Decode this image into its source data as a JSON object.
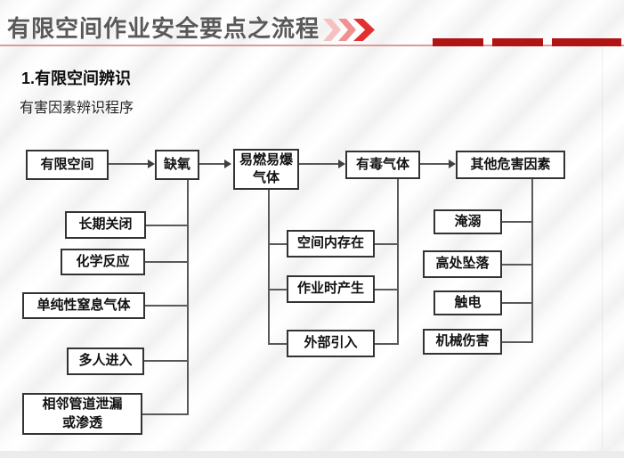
{
  "header": {
    "title": "有限空间作业安全要点之流程",
    "chevrons": {
      "icon": "triple-chevron-right-icon",
      "colors": [
        "#f6c0c0",
        "#ef9191",
        "#e23030"
      ]
    },
    "underline_color": "#dc9a9a",
    "dash_color": "#b01414"
  },
  "section": {
    "heading": "1.有限空间辨识",
    "subheading": "有害因素辨识程序"
  },
  "flowchart": {
    "top_row": [
      {
        "label": "有限空间"
      },
      {
        "label": "缺氧"
      },
      {
        "label": "易燃易爆\n气体"
      },
      {
        "label": "有毒气体"
      },
      {
        "label": "其他危害因素"
      }
    ],
    "branches": {
      "oxygen": [
        "长期关闭",
        "化学反应",
        "单纯性窒息气体",
        "多人进入",
        "相邻管道泄漏\n或渗透"
      ],
      "toxic_gas": [
        "空间内存在",
        "作业时产生",
        "外部引入"
      ],
      "other_hazards": [
        "淹溺",
        "高处坠落",
        "触电",
        "机械伤害"
      ]
    },
    "connector_color": "#595959",
    "box_border_color": "#333333"
  }
}
